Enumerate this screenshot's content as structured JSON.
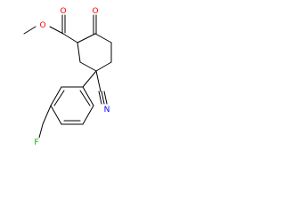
{
  "molecule": {
    "atoms": {
      "o1": "O",
      "o2": "O",
      "o3": "O",
      "n": "N",
      "f": "F"
    }
  },
  "colors": {
    "bond": "#000000",
    "oxygen": "#ff0000",
    "nitrogen": "#0000ff",
    "fluorine": "#00b400"
  }
}
